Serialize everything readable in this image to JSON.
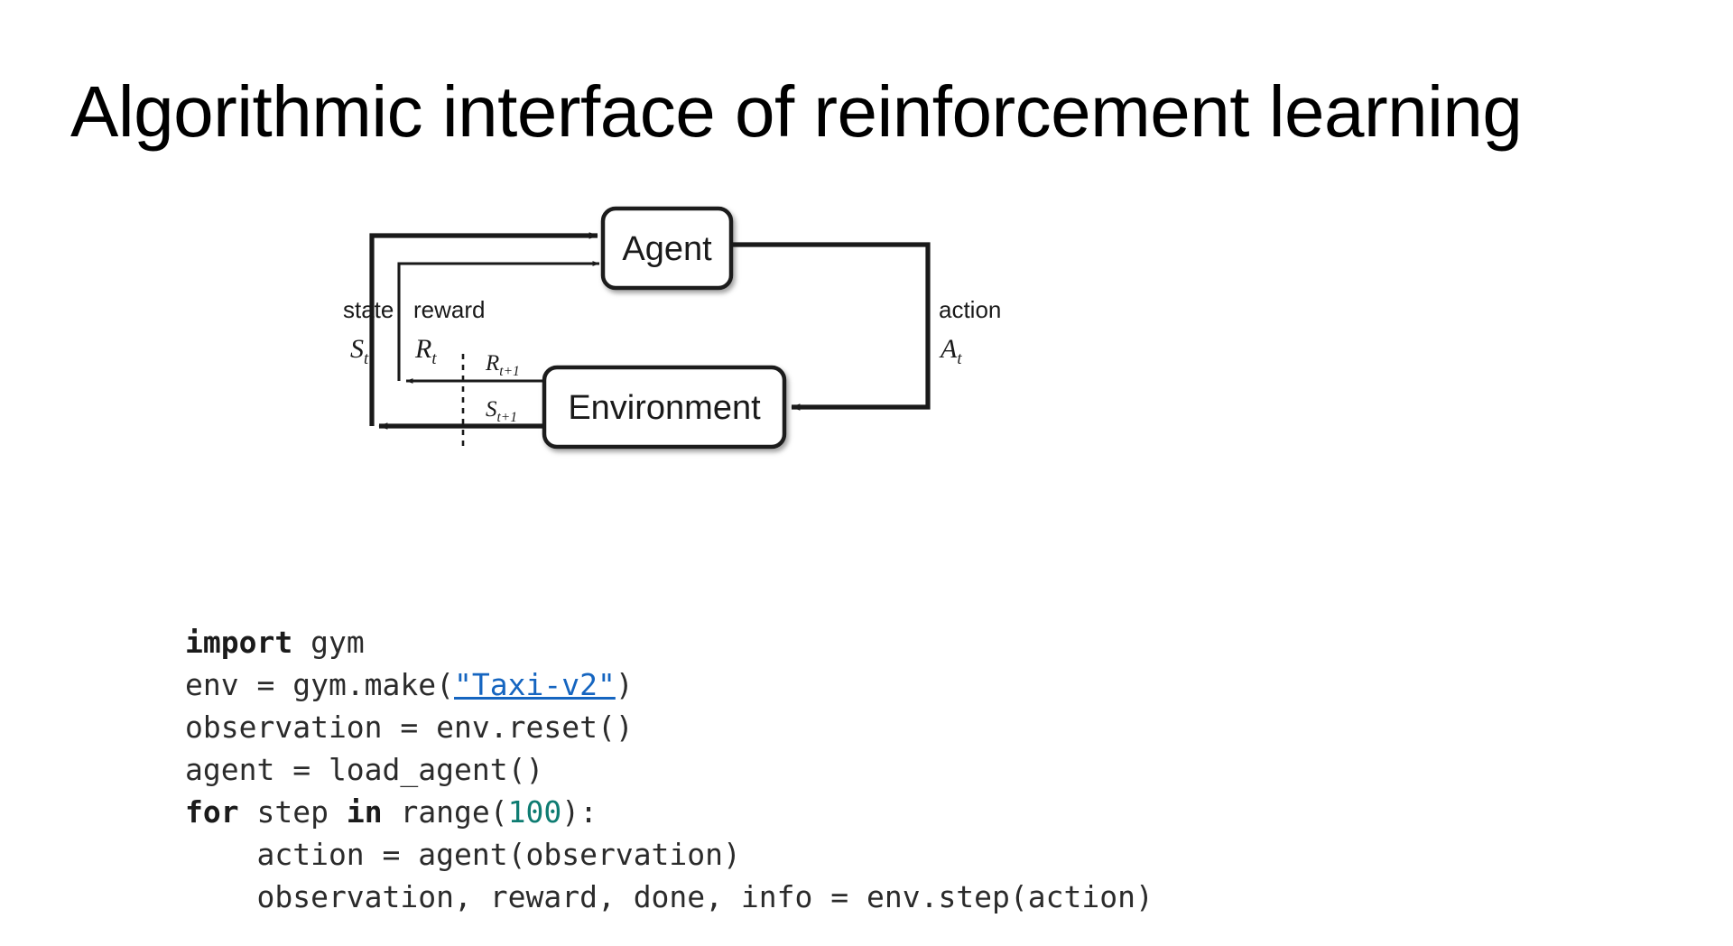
{
  "slide": {
    "title": "Algorithmic interface of reinforcement learning",
    "background": "#ffffff"
  },
  "diagram": {
    "type": "agent-environment-interaction-loop",
    "nodes": [
      {
        "id": "agent",
        "label": "Agent"
      },
      {
        "id": "environment",
        "label": "Environment"
      }
    ],
    "edge_labels": {
      "state_word": "state",
      "state_symbol": "S",
      "state_subscript": "t",
      "reward_word": "reward",
      "reward_symbol": "R",
      "reward_subscript": "t",
      "action_word": "action",
      "action_symbol": "A",
      "action_subscript": "t",
      "next_reward_symbol": "R",
      "next_reward_subscript": "t+1",
      "next_state_symbol": "S",
      "next_state_subscript": "t+1"
    },
    "stroke_color": "#1a1a1a",
    "box_fill": "#ffffff"
  },
  "code": {
    "language": "python",
    "keyword_color": "#1b1b1b",
    "number_color": "#0e7c72",
    "link_color": "#1565c0",
    "lines": [
      {
        "id": "line-1",
        "tokens": [
          {
            "text": "import",
            "type": "keyword"
          },
          {
            "text": " gym",
            "type": "plain"
          }
        ]
      },
      {
        "id": "line-2",
        "tokens": [
          {
            "text": "env = gym.make(",
            "type": "plain"
          },
          {
            "text": "\"Taxi-v2\"",
            "type": "link"
          },
          {
            "text": ")",
            "type": "plain"
          }
        ]
      },
      {
        "id": "line-3",
        "tokens": [
          {
            "text": "observation = env.reset()",
            "type": "plain"
          }
        ]
      },
      {
        "id": "line-4",
        "tokens": [
          {
            "text": "agent = load_agent()",
            "type": "plain"
          }
        ]
      },
      {
        "id": "line-5",
        "tokens": [
          {
            "text": "for",
            "type": "keyword"
          },
          {
            "text": " step ",
            "type": "plain"
          },
          {
            "text": "in",
            "type": "keyword"
          },
          {
            "text": " range(",
            "type": "plain"
          },
          {
            "text": "100",
            "type": "number"
          },
          {
            "text": "):",
            "type": "plain"
          }
        ]
      },
      {
        "id": "line-6",
        "tokens": [
          {
            "text": "    action = agent(observation)",
            "type": "plain"
          }
        ]
      },
      {
        "id": "line-7",
        "tokens": [
          {
            "text": "    observation, reward, done, info = env.step(action)",
            "type": "plain"
          }
        ]
      }
    ]
  }
}
